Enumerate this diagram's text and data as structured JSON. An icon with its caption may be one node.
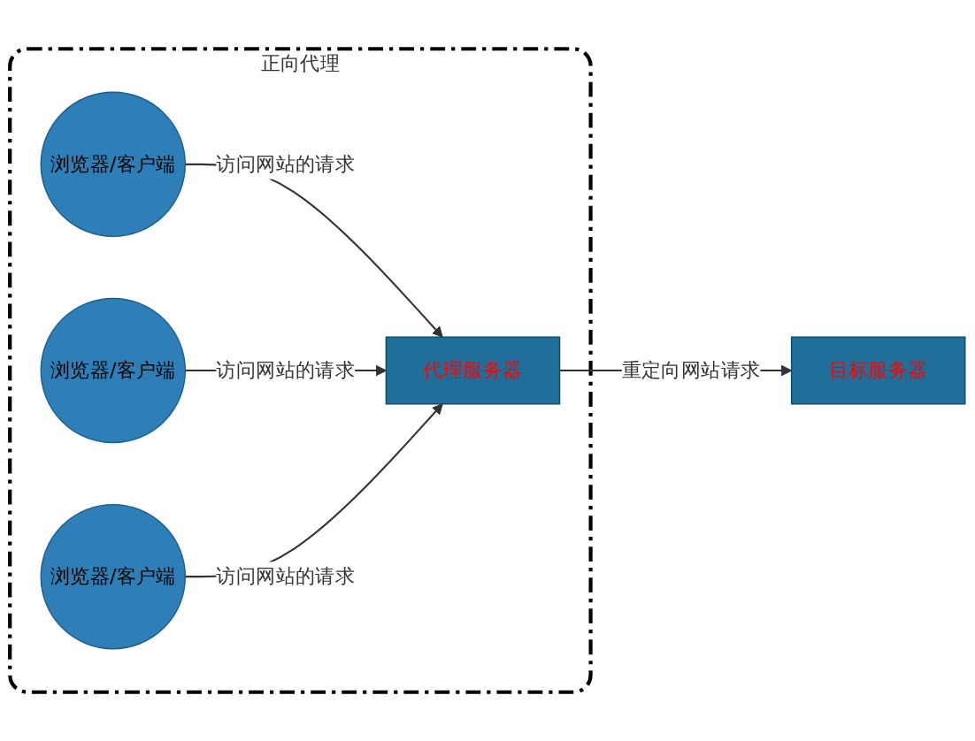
{
  "diagram": {
    "nodes": [
      {
        "text": [
          "正向代理"
        ]
      },
      {
        "text": [
          "浏览器/客户端"
        ],
        "in": 0
      },
      {
        "text": [
          "浏览器/客户端"
        ],
        "in": 0
      },
      {
        "text": [
          "浏览器/客户端"
        ],
        "in": 0
      },
      {
        "text": [
          "代理服务器"
        ],
        "in": 0
      },
      {
        "text": [
          "目标服务器"
        ]
      }
    ],
    "edges": [
      {
        "from": 1,
        "to": 4,
        "arrow": "to",
        "label": "访问网站的请求"
      },
      {
        "from": 2,
        "to": 4,
        "arrow": "to",
        "label": "访问网站的请求"
      },
      {
        "from": 3,
        "to": 4,
        "arrow": "to",
        "label": "访问网站的请求"
      },
      {
        "from": 4,
        "to": 5,
        "arrow": "to",
        "label": "重定向网站请求"
      }
    ]
  }
}
